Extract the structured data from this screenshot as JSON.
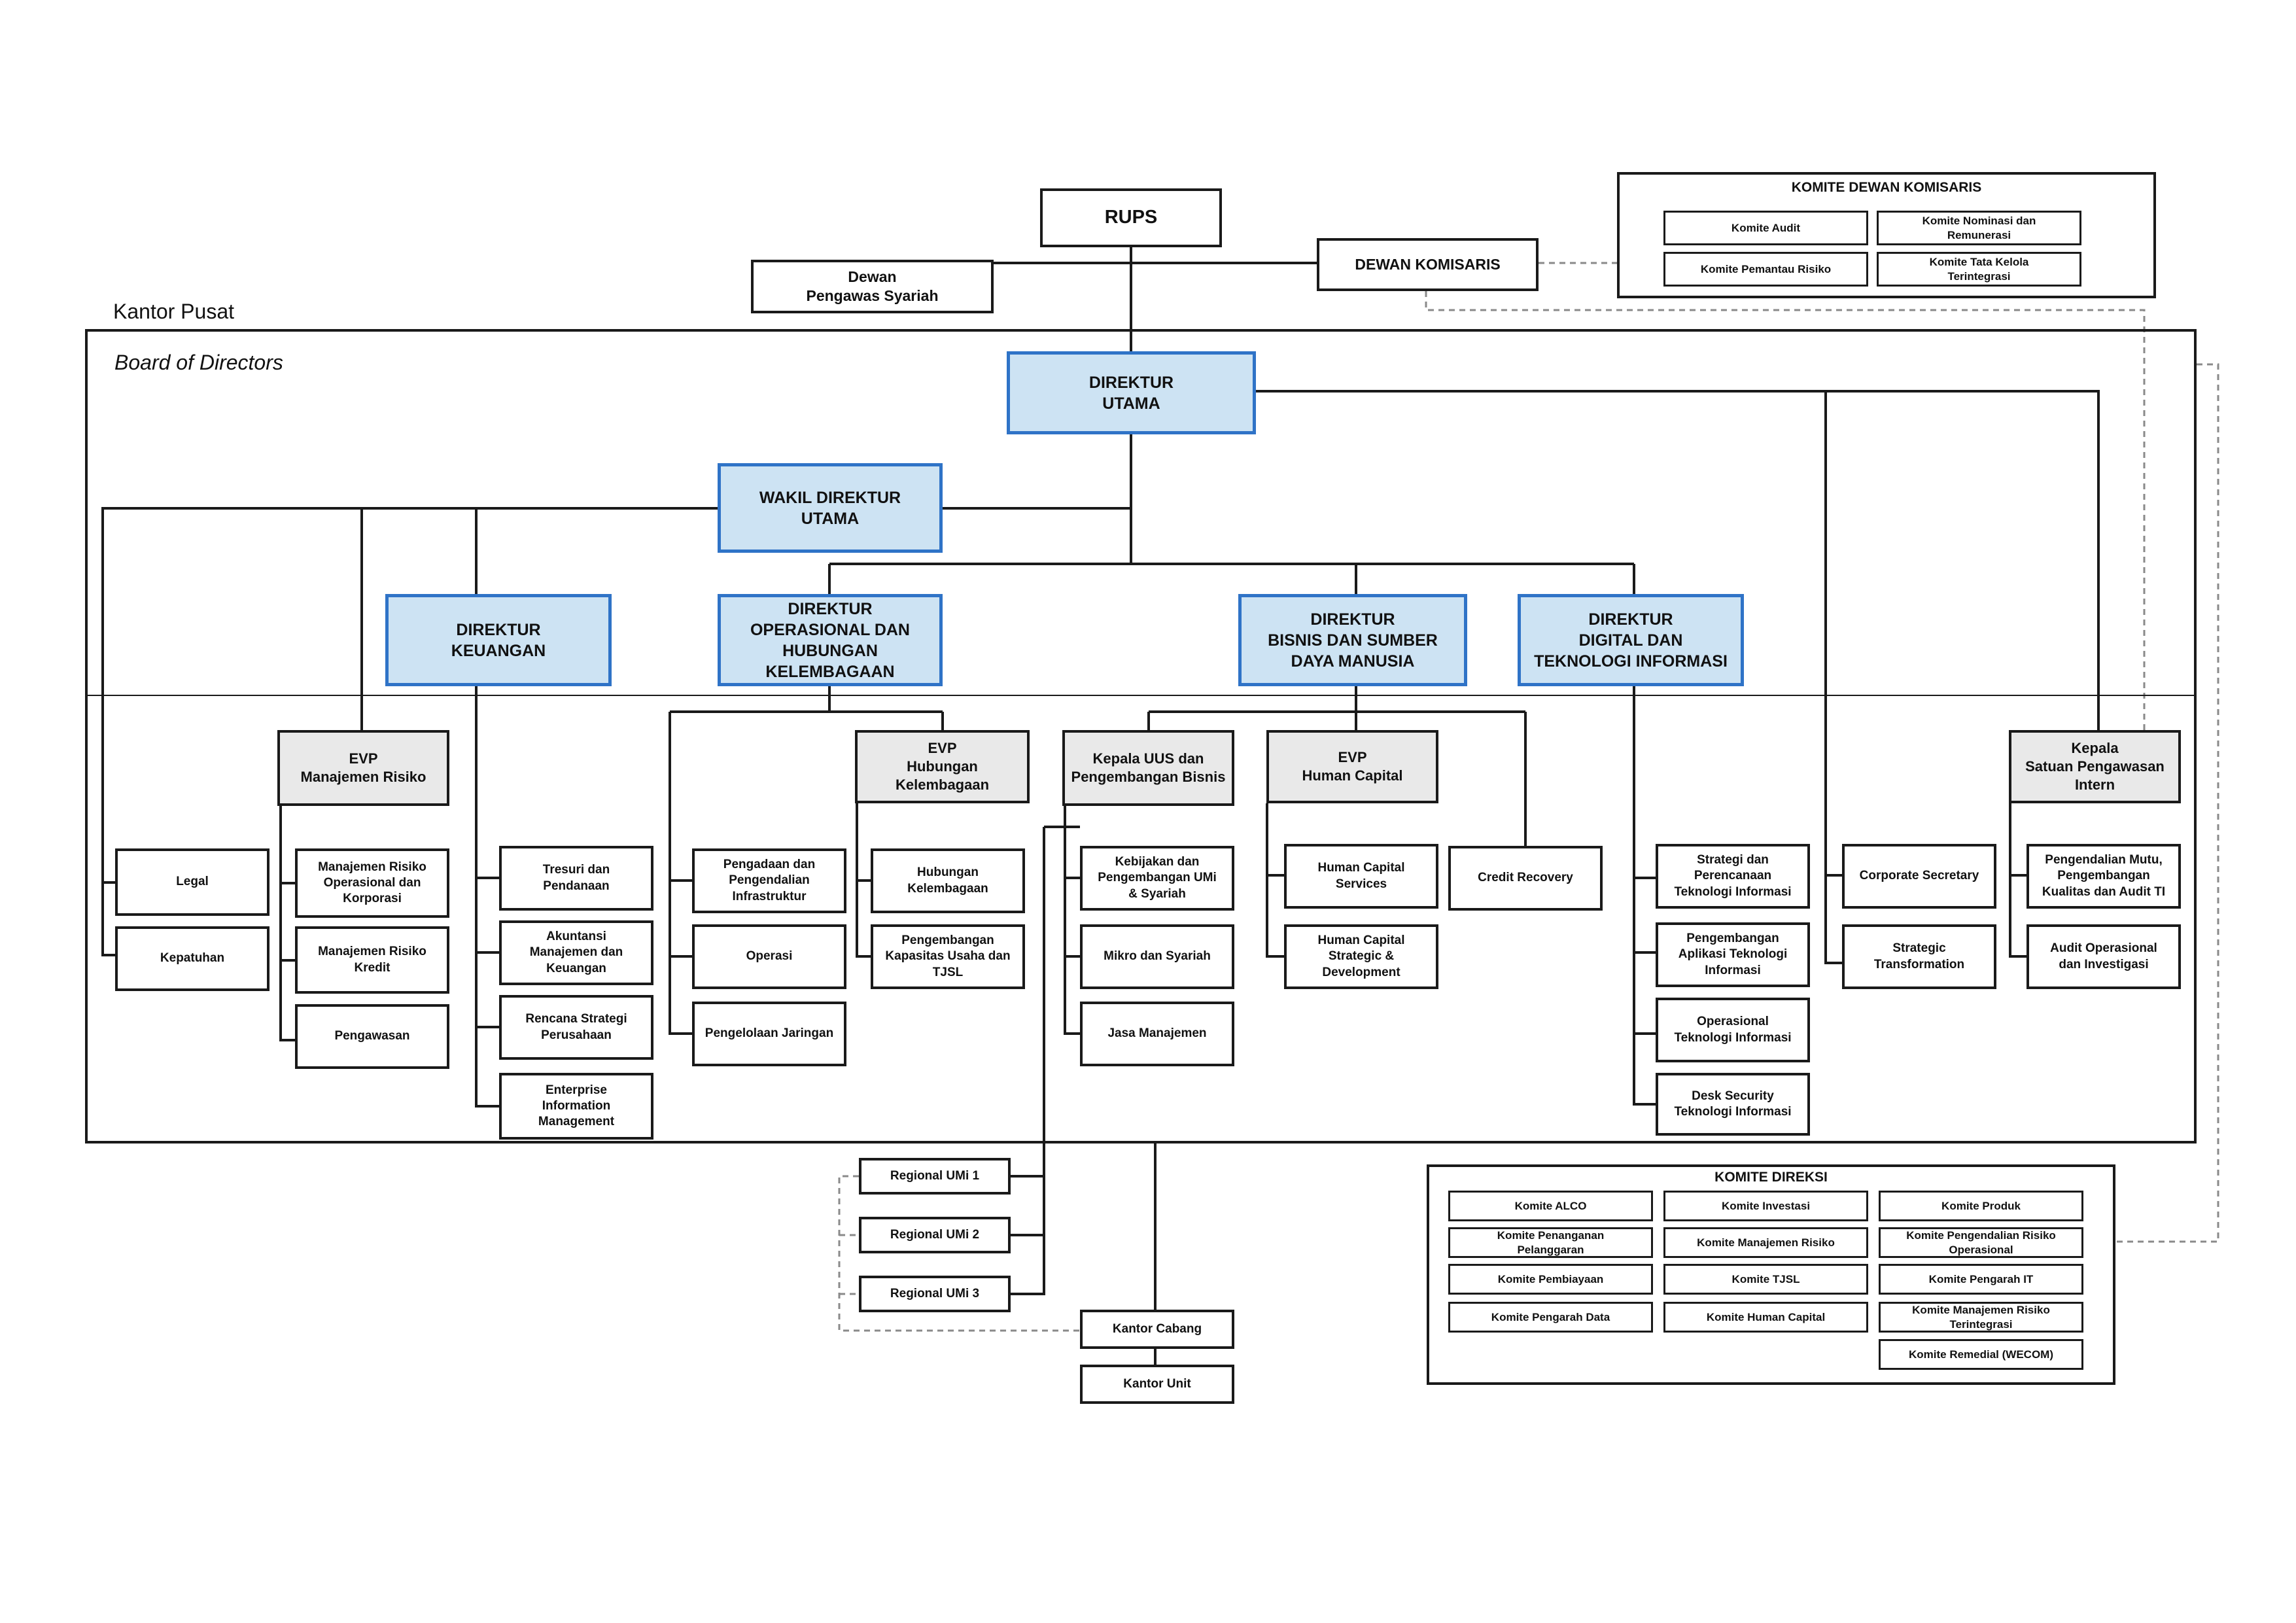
{
  "labels": {
    "kantor_pusat": "Kantor Pusat",
    "board_of_directors": "Board of Directors"
  },
  "top": {
    "rups": "RUPS",
    "dewan_pengawas_syariah": "Dewan\nPengawas Syariah",
    "dewan_komisaris": "DEWAN KOMISARIS"
  },
  "komite_dewan_komisaris": {
    "title": "KOMITE DEWAN KOMISARIS",
    "items": [
      "Komite Audit",
      "Komite Nominasi dan\nRemunerasi",
      "Komite Pemantau Risiko",
      "Komite Tata Kelola\nTerintegrasi"
    ]
  },
  "directors": {
    "utama": "DIREKTUR\nUTAMA",
    "wakil": "WAKIL DIREKTUR\nUTAMA",
    "keuangan": "DIREKTUR\nKEUANGAN",
    "operasional": "DIREKTUR\nOPERASIONAL DAN\nHUBUNGAN KELEMBAGAAN",
    "bisnis": "DIREKTUR\nBISNIS DAN SUMBER\nDAYA MANUSIA",
    "digital": "DIREKTUR\nDIGITAL DAN\nTEKNOLOGI INFORMASI"
  },
  "evp": {
    "manajemen_risiko": "EVP\nManajemen Risiko",
    "hubungan_kelembagaan": "EVP\nHubungan\nKelembagaan",
    "kepala_uus": "Kepala UUS dan\nPengembangan Bisnis",
    "human_capital": "EVP\nHuman Capital",
    "kepala_spi": "Kepala\nSatuan Pengawasan\nIntern"
  },
  "units": {
    "legal": "Legal",
    "kepatuhan": "Kepatuhan",
    "mr_operasional": "Manajemen Risiko\nOperasional dan\nKorporasi",
    "mr_kredit": "Manajemen Risiko\nKredit",
    "pengawasan": "Pengawasan",
    "tresuri": "Tresuri dan\nPendanaan",
    "akuntansi": "Akuntansi\nManajemen dan\nKeuangan",
    "rencana_strategi": "Rencana Strategi\nPerusahaan",
    "enterprise_info": "Enterprise\nInformation\nManagement",
    "pengadaan": "Pengadaan dan\nPengendalian\nInfrastruktur",
    "operasi": "Operasi",
    "pengelolaan_jaringan": "Pengelolaan Jaringan",
    "hubungan_kelembagaan": "Hubungan\nKelembagaan",
    "pengembangan_kapasitas": "Pengembangan\nKapasitas Usaha dan\nTJSL",
    "kebijakan_umi": "Kebijakan dan\nPengembangan UMi\n& Syariah",
    "mikro_syariah": "Mikro dan Syariah",
    "jasa_manajemen": "Jasa Manajemen",
    "hc_services": "Human Capital\nServices",
    "hc_strategic": "Human Capital\nStrategic &\nDevelopment",
    "credit_recovery": "Credit Recovery",
    "strategi_ti": "Strategi dan\nPerencanaan\nTeknologi Informasi",
    "aplikasi_ti": "Pengembangan\nAplikasi Teknologi\nInformasi",
    "operasional_ti": "Operasional\nTeknologi Informasi",
    "desk_security": "Desk Security\nTeknologi Informasi",
    "corporate_secretary": "Corporate Secretary",
    "strategic_transformation": "Strategic\nTransformation",
    "pengendalian_mutu": "Pengendalian Mutu,\nPengembangan\nKualitas dan Audit TI",
    "audit_operasional": "Audit Operasional\ndan Investigasi"
  },
  "regional": {
    "umi1": "Regional UMi 1",
    "umi2": "Regional UMi 2",
    "umi3": "Regional UMi 3",
    "kantor_cabang": "Kantor Cabang",
    "kantor_unit": "Kantor Unit"
  },
  "komite_direksi": {
    "title": "KOMITE DIREKSI",
    "items": [
      "Komite ALCO",
      "Komite Investasi",
      "Komite Produk",
      "Komite Penanganan\nPelanggaran",
      "Komite Manajemen Risiko",
      "Komite Pengendalian Risiko\nOperasional",
      "Komite Pembiayaan",
      "Komite TJSL",
      "Komite Pengarah IT",
      "Komite Pengarah Data",
      "Komite Human Capital",
      "Komite Manajemen Risiko\nTerintegrasi",
      "Komite Remedial (WECOM)"
    ]
  }
}
